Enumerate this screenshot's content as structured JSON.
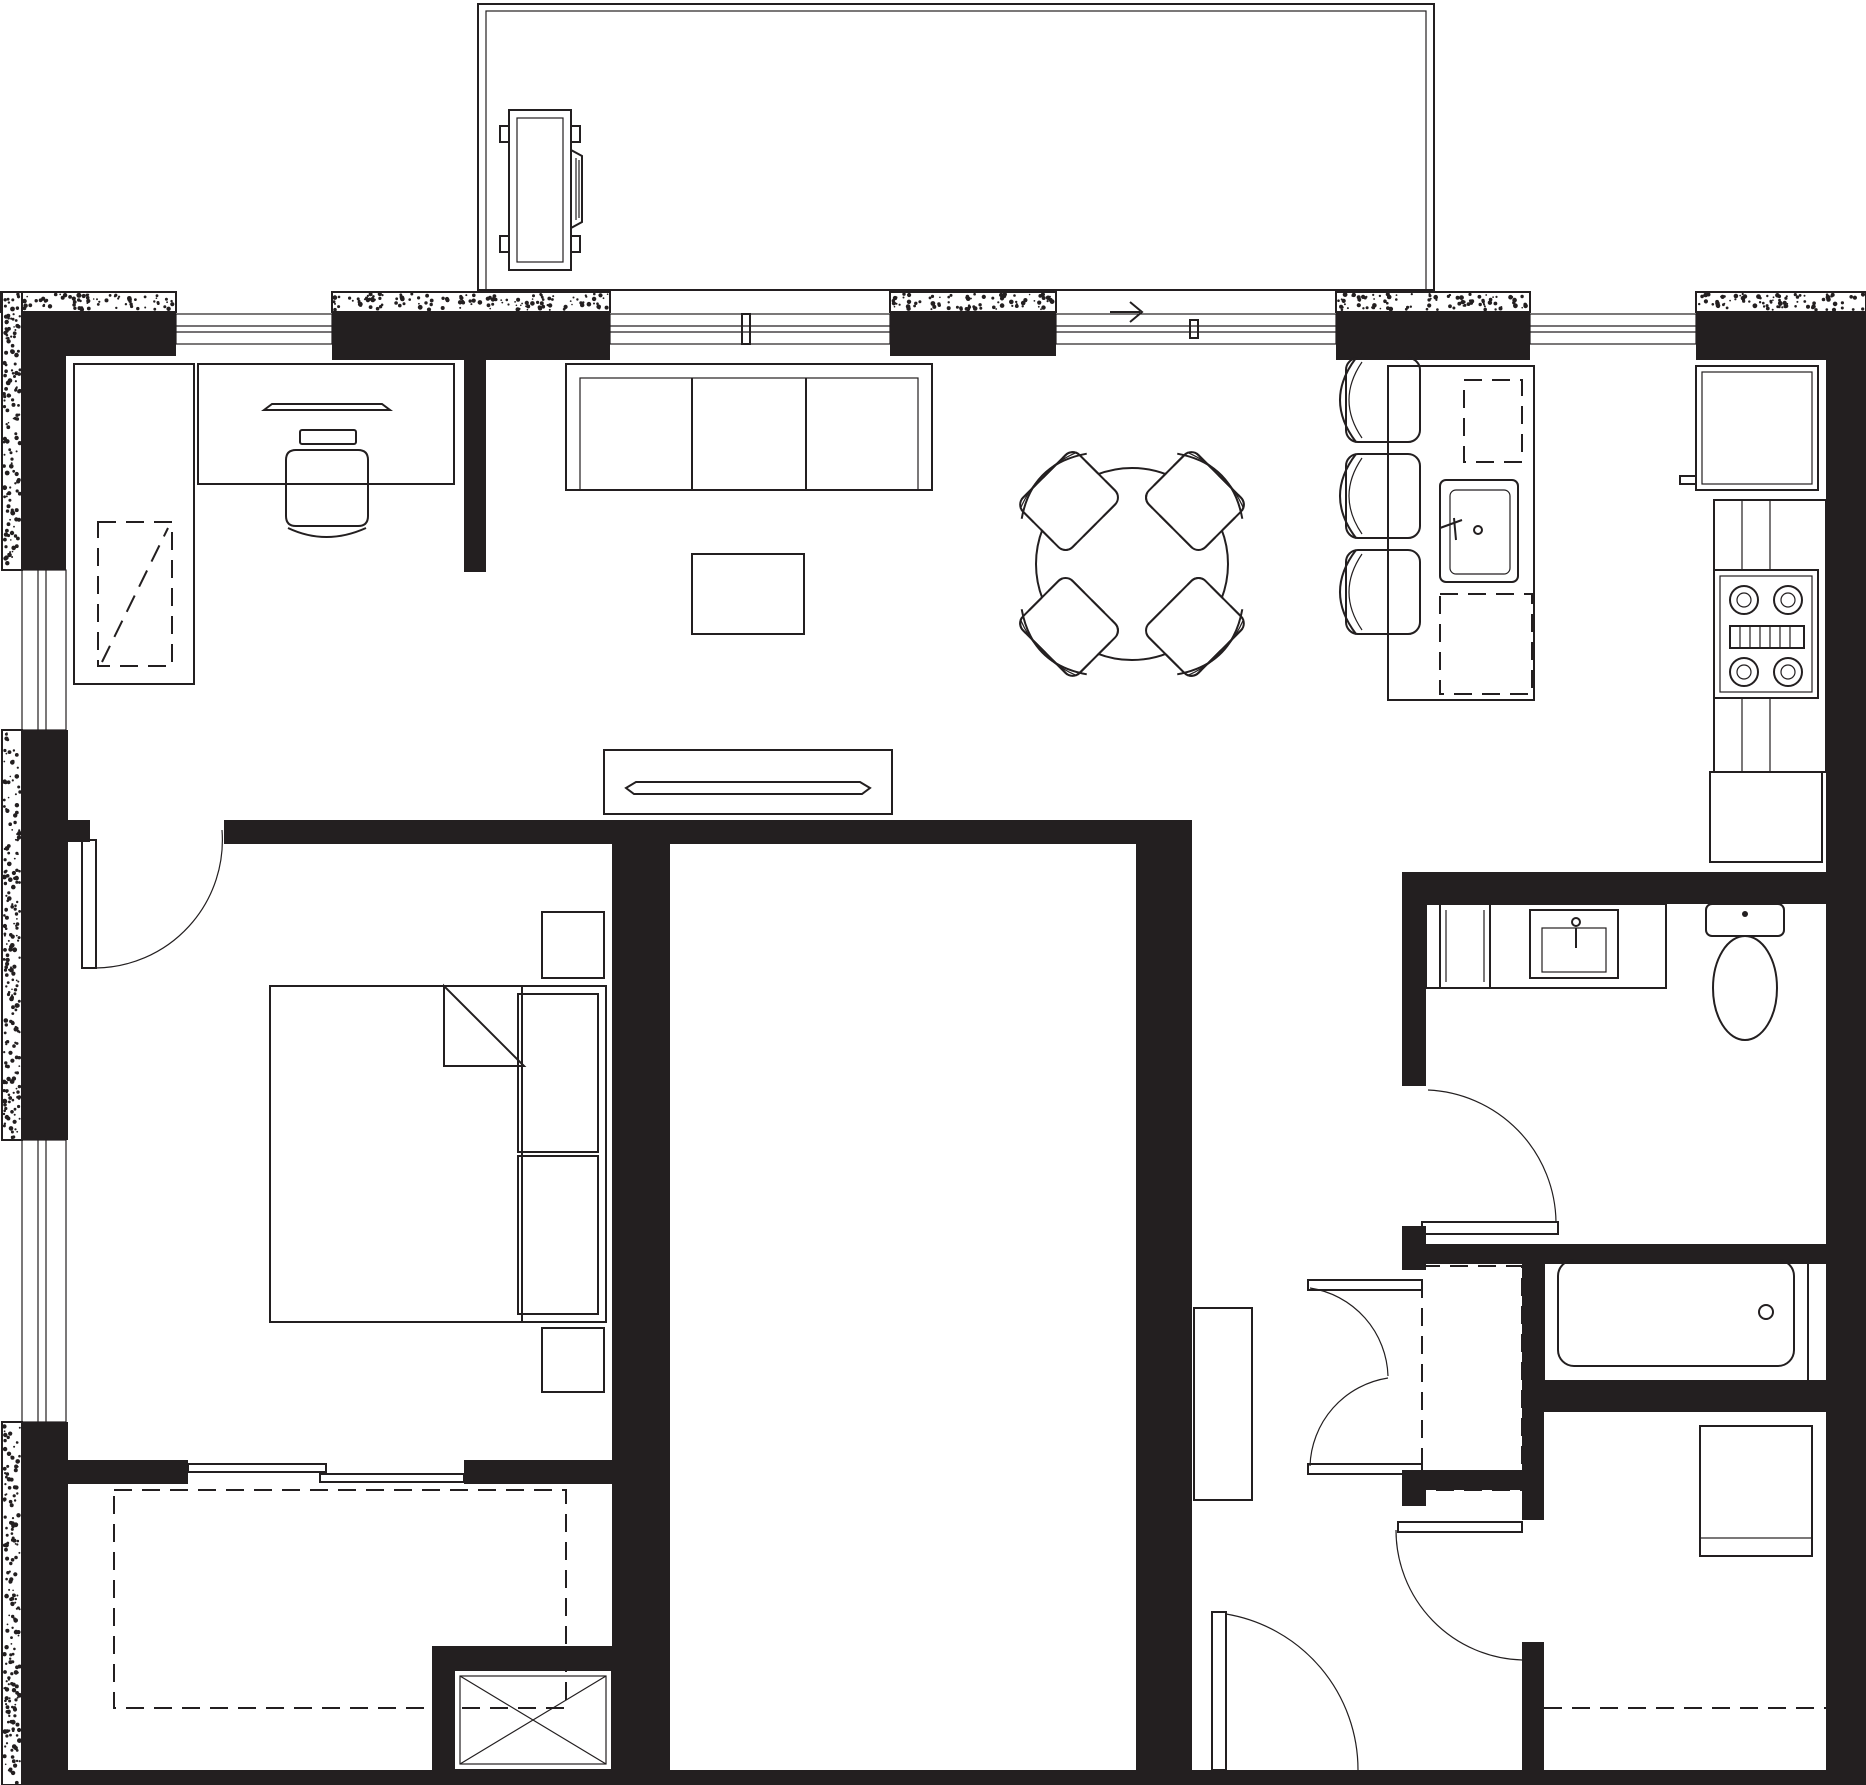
{
  "plan": {
    "type": "apartment-floor-plan",
    "bedrooms": 1,
    "bathrooms": 1,
    "colors": {
      "ink": "#231f20",
      "paper": "#ffffff"
    },
    "rooms": [
      "balcony",
      "home-office",
      "living-area",
      "dining-area",
      "kitchen",
      "bedroom",
      "walk-in-closet",
      "bathroom",
      "laundry-closet",
      "entry-closet",
      "utility-room"
    ],
    "furniture": [
      "lounge-chair",
      "desk",
      "office-chair",
      "shelving",
      "sofa",
      "coffee-table",
      "round-dining-table",
      "dining-chairs",
      "bar-stools",
      "kitchen-island",
      "sink",
      "fridge",
      "range",
      "media-console",
      "bed",
      "nightstands",
      "vanity",
      "toilet",
      "bathtub",
      "washer-dryer",
      "entry-bench"
    ],
    "text_labels": []
  }
}
